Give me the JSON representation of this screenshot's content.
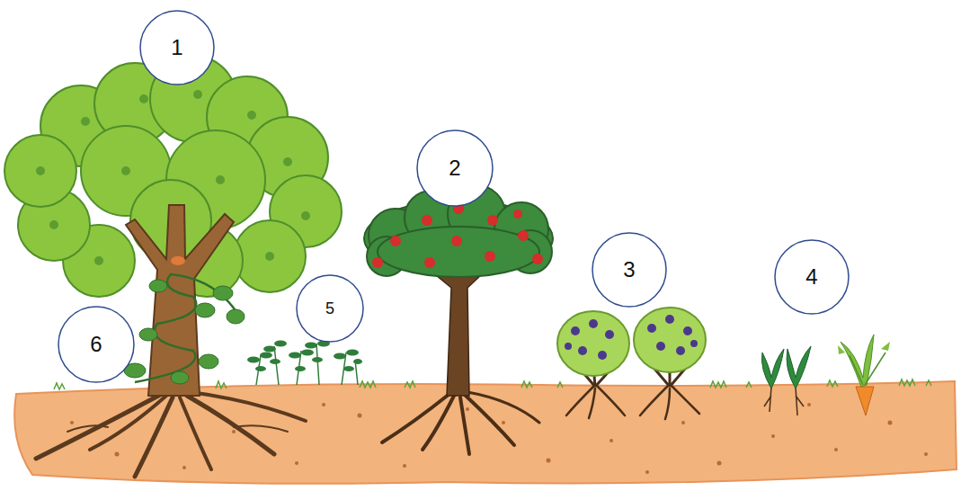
{
  "diagram": {
    "nodes": [
      {
        "text": [
          "1"
        ]
      },
      {
        "text": [
          "2"
        ]
      },
      {
        "text": [
          "3"
        ]
      },
      {
        "text": [
          "4"
        ]
      },
      {
        "text": [
          "5"
        ]
      },
      {
        "text": [
          "6"
        ]
      }
    ]
  }
}
